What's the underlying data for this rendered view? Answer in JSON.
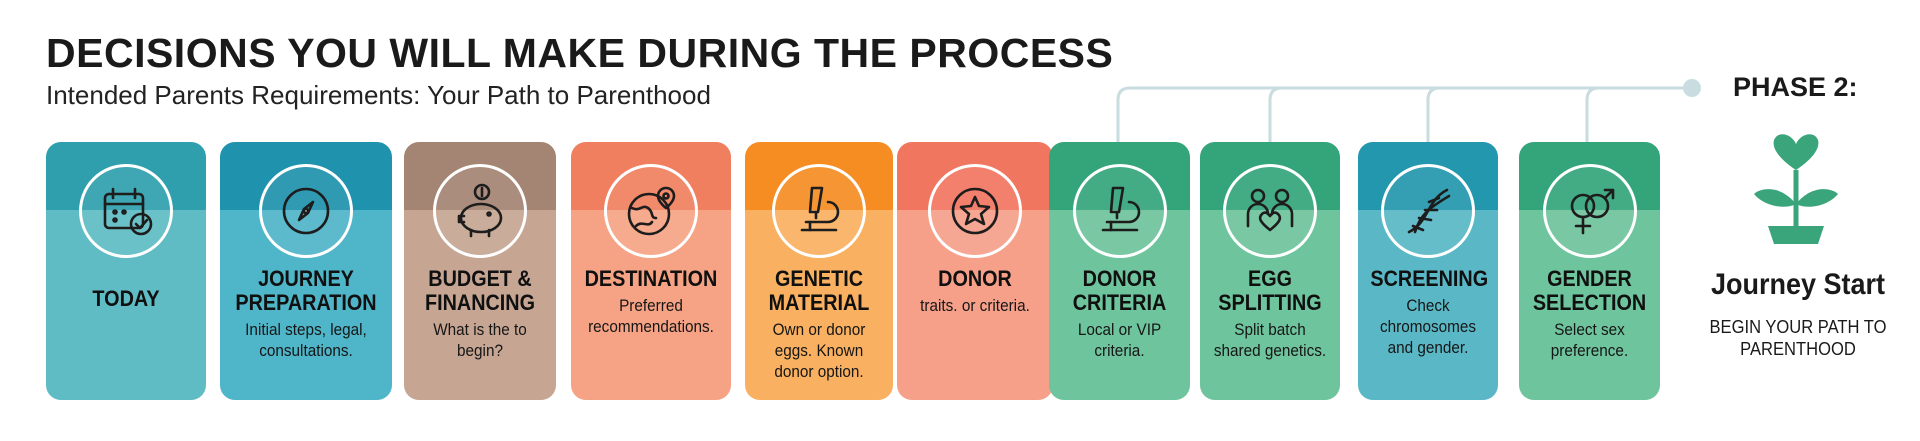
{
  "header": {
    "title": "DECISIONS YOU WILL MAKE DURING THE PROCESS",
    "subtitle": "Intended Parents Requirements: Your Path to Parenthood"
  },
  "steps": [
    {
      "title": "TODAY",
      "desc": "",
      "icon": "calendar-check-icon",
      "top_color": "#2f9fae",
      "bottom_color": "#5fbcc4"
    },
    {
      "title": "JOURNEY PREPARATION",
      "desc": "Initial steps, legal, consultations.",
      "icon": "compass-icon",
      "top_color": "#1f92ad",
      "bottom_color": "#4fb5c8"
    },
    {
      "title": "BUDGET & FINANCING",
      "desc": "What is the to begin?",
      "icon": "piggy-bank-icon",
      "top_color": "#a48472",
      "bottom_color": "#c6a593"
    },
    {
      "title": "DESTINATION",
      "desc": "Preferred recommendations.",
      "icon": "globe-pin-icon",
      "top_color": "#f07f5f",
      "bottom_color": "#f6a385"
    },
    {
      "title": "GENETIC MATERIAL",
      "desc": "Own or donor eggs. Known donor option.",
      "icon": "microscope-icon",
      "top_color": "#f68d22",
      "bottom_color": "#f9b060"
    },
    {
      "title": "DONOR",
      "desc": "traits. or criteria.",
      "icon": "star-badge-icon",
      "top_color": "#f17660",
      "bottom_color": "#f6a08a"
    },
    {
      "title": "DONOR CRITERIA",
      "desc": "Local or VIP criteria.",
      "icon": "microscope-icon",
      "top_color": "#34a57a",
      "bottom_color": "#6ec49c"
    },
    {
      "title": "EGG SPLITTING",
      "desc": "Split batch shared genetics.",
      "icon": "couple-heart-icon",
      "top_color": "#34a57a",
      "bottom_color": "#6ec49c"
    },
    {
      "title": "SCREENING",
      "desc": "Check chromosomes and gender.",
      "icon": "dna-icon",
      "top_color": "#2397ad",
      "bottom_color": "#5ab8c6"
    },
    {
      "title": "GENDER SELECTION",
      "desc": "Select sex preference.",
      "icon": "gender-symbols-icon",
      "top_color": "#34a57a",
      "bottom_color": "#6ec49c"
    }
  ],
  "phase": {
    "label": "PHASE 2:",
    "icon": "sprout-heart-icon",
    "icon_color": "#3aa57a",
    "title": "Journey Start",
    "subtitle": "BEGIN YOUR PATH TO PARENTHOOD"
  }
}
